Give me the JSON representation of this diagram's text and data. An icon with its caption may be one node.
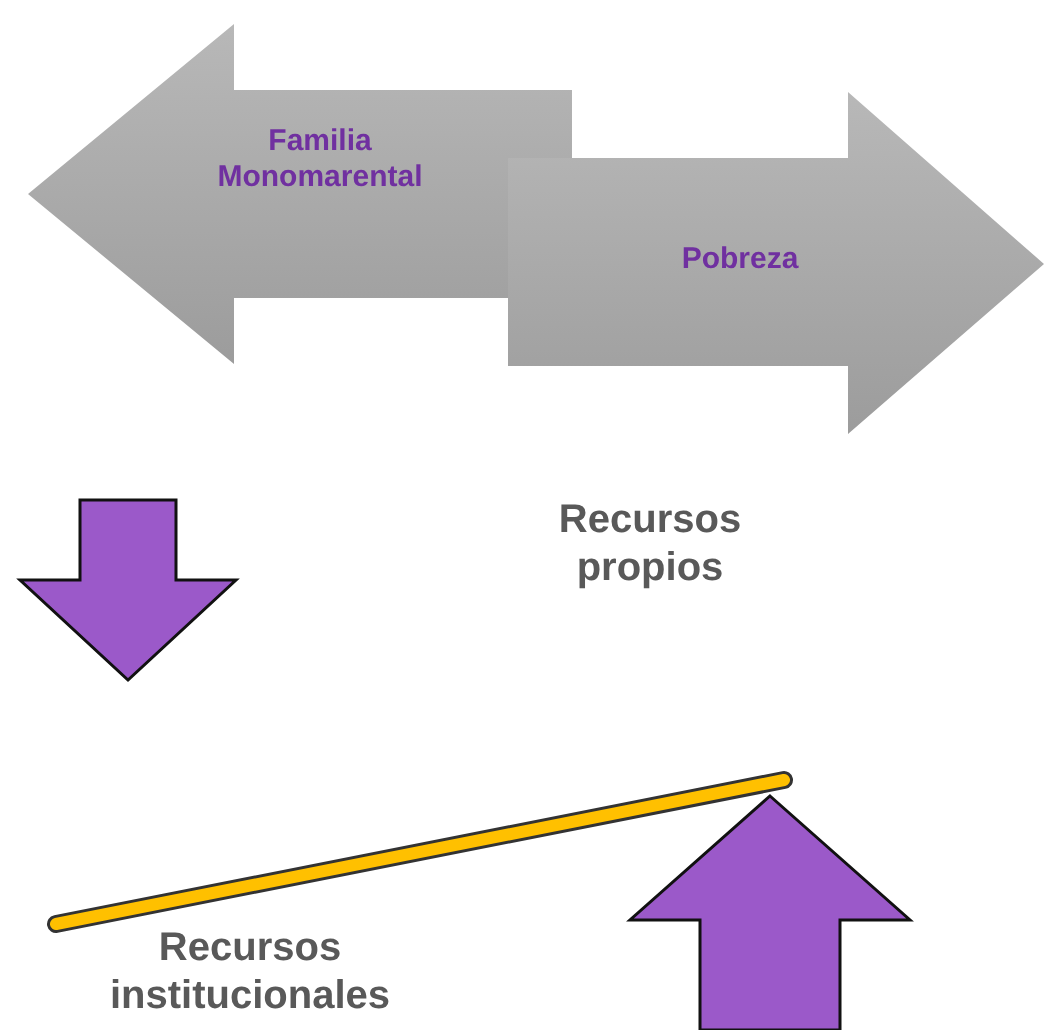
{
  "diagram": {
    "nodes": [
      {
        "text": [
          "Familia Monomarental"
        ]
      },
      {
        "text": [
          "Pobreza"
        ]
      }
    ],
    "labels": [
      "Recursos propios",
      "Recursos institucionales"
    ]
  }
}
